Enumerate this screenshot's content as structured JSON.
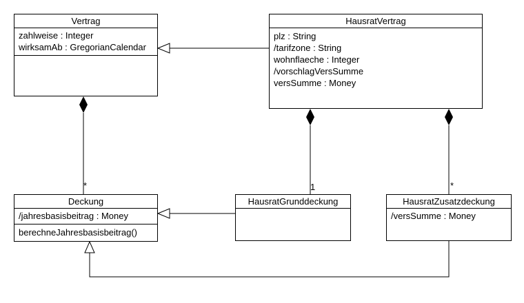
{
  "classes": {
    "vertrag": {
      "name": "Vertrag",
      "attributes": [
        "zahlweise : Integer",
        "wirksamAb : GregorianCalendar"
      ],
      "operations": []
    },
    "hausratvertrag": {
      "name": "HausratVertrag",
      "attributes": [
        "plz : String",
        "/tarifzone : String",
        "wohnflaeche : Integer",
        "/vorschlagVersSumme",
        "versSumme : Money"
      ],
      "operations": []
    },
    "deckung": {
      "name": "Deckung",
      "attributes": [
        "/jahresbasisbeitrag : Money"
      ],
      "operations": [
        "berechneJahresbasisbeitrag()"
      ]
    },
    "grunddeckung": {
      "name": "HausratGrunddeckung",
      "attributes": [],
      "operations": []
    },
    "zusatzdeckung": {
      "name": "HausratZusatzdeckung",
      "attributes": [
        "/versSumme : Money"
      ],
      "operations": []
    }
  },
  "multiplicities": {
    "deckung": "*",
    "grunddeckung": "1",
    "zusatzdeckung": "*"
  },
  "colors": {
    "line": "#000000",
    "background": "#ffffff"
  }
}
